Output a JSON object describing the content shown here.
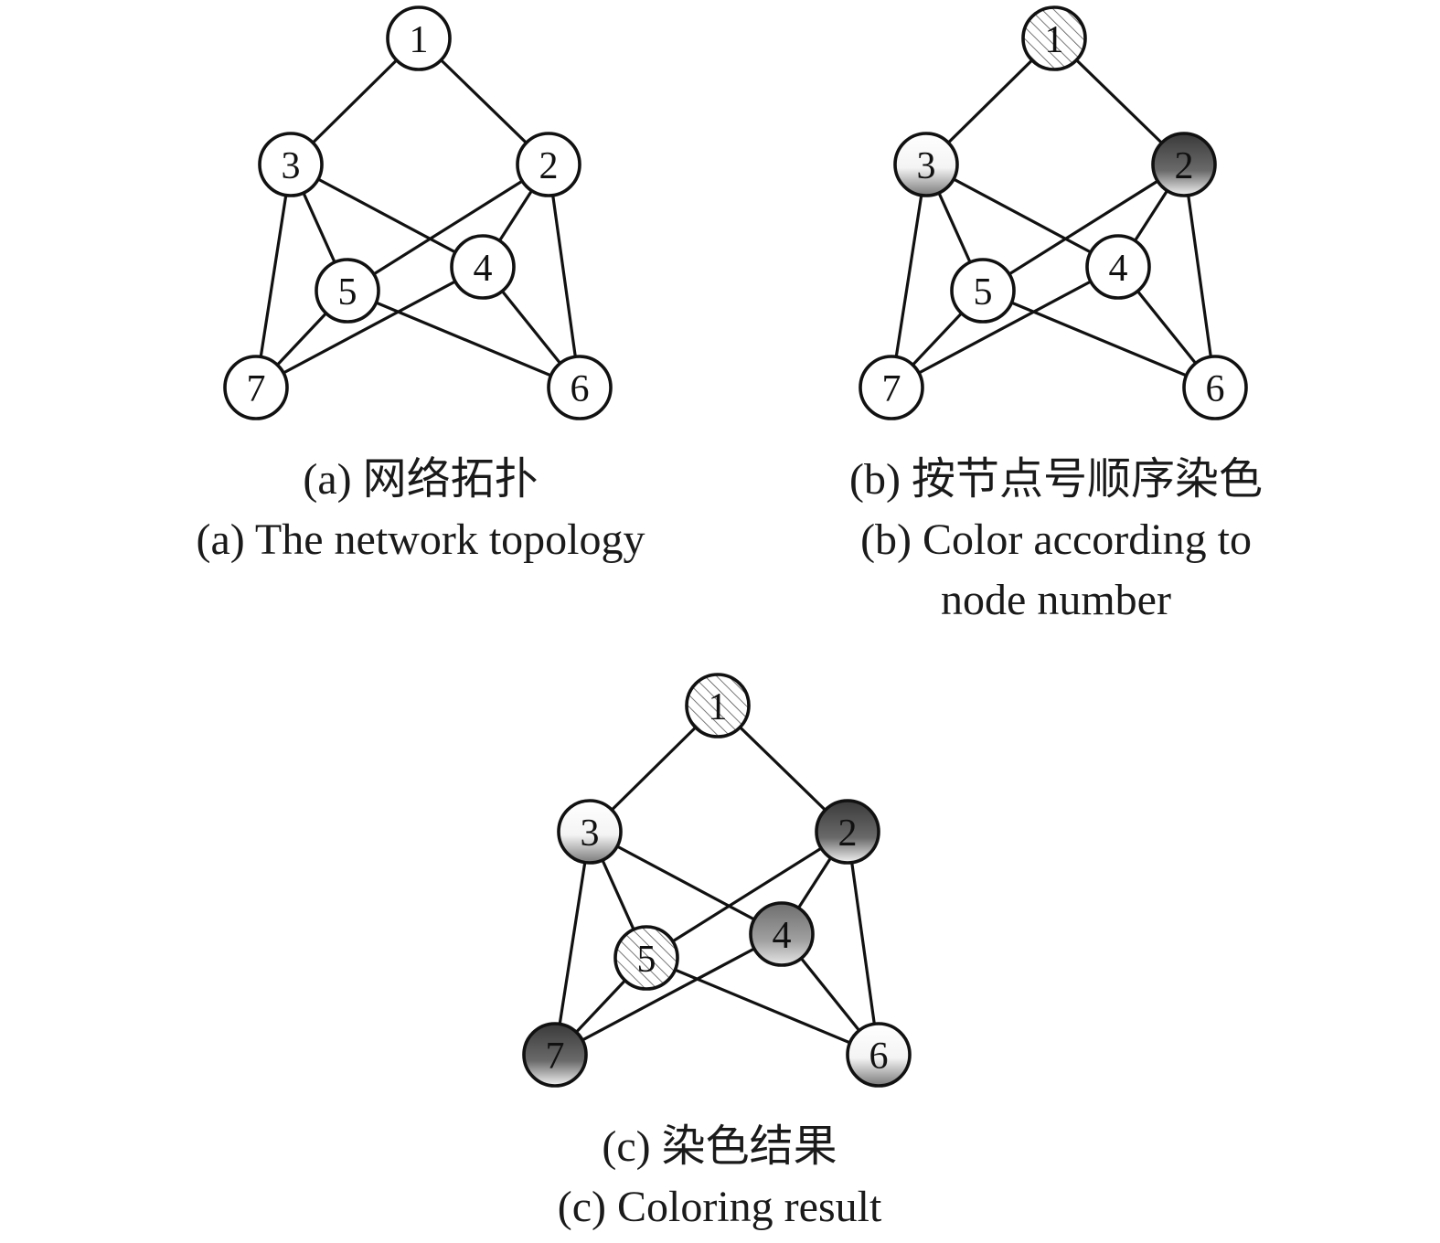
{
  "node_style_colors": {
    "white": "#ffffff",
    "hatch": "#ffffff",
    "light": "#dcdcdc",
    "dark": "#3d3d3d",
    "mid": "#8a8a8a"
  },
  "panels": [
    {
      "id": "a",
      "caption_cn": "(a) 网络拓扑",
      "caption_en_lines": [
        "(a) The network topology"
      ],
      "edges": [
        [
          "1",
          "3"
        ],
        [
          "1",
          "2"
        ],
        [
          "3",
          "5"
        ],
        [
          "3",
          "4"
        ],
        [
          "3",
          "7"
        ],
        [
          "2",
          "5"
        ],
        [
          "2",
          "4"
        ],
        [
          "2",
          "6"
        ],
        [
          "5",
          "7"
        ],
        [
          "5",
          "6"
        ],
        [
          "4",
          "7"
        ],
        [
          "4",
          "6"
        ]
      ],
      "nodes": [
        {
          "label": "1",
          "style": "white"
        },
        {
          "label": "2",
          "style": "white"
        },
        {
          "label": "3",
          "style": "white"
        },
        {
          "label": "4",
          "style": "white"
        },
        {
          "label": "5",
          "style": "white"
        },
        {
          "label": "6",
          "style": "white"
        },
        {
          "label": "7",
          "style": "white"
        }
      ]
    },
    {
      "id": "b",
      "caption_cn": "(b) 按节点号顺序染色",
      "caption_en_lines": [
        "(b) Color according to",
        "node number"
      ],
      "edges": [
        [
          "1",
          "3"
        ],
        [
          "1",
          "2"
        ],
        [
          "3",
          "5"
        ],
        [
          "3",
          "4"
        ],
        [
          "3",
          "7"
        ],
        [
          "2",
          "5"
        ],
        [
          "2",
          "4"
        ],
        [
          "2",
          "6"
        ],
        [
          "5",
          "7"
        ],
        [
          "5",
          "6"
        ],
        [
          "4",
          "7"
        ],
        [
          "4",
          "6"
        ]
      ],
      "nodes": [
        {
          "label": "1",
          "style": "hatch"
        },
        {
          "label": "2",
          "style": "dark"
        },
        {
          "label": "3",
          "style": "light"
        },
        {
          "label": "4",
          "style": "white"
        },
        {
          "label": "5",
          "style": "white"
        },
        {
          "label": "6",
          "style": "white"
        },
        {
          "label": "7",
          "style": "white"
        }
      ]
    },
    {
      "id": "c",
      "caption_cn": "(c) 染色结果",
      "caption_en_lines": [
        "(c) Coloring result"
      ],
      "edges": [
        [
          "1",
          "3"
        ],
        [
          "1",
          "2"
        ],
        [
          "3",
          "5"
        ],
        [
          "3",
          "4"
        ],
        [
          "3",
          "7"
        ],
        [
          "2",
          "5"
        ],
        [
          "2",
          "4"
        ],
        [
          "2",
          "6"
        ],
        [
          "5",
          "7"
        ],
        [
          "5",
          "6"
        ],
        [
          "4",
          "7"
        ],
        [
          "4",
          "6"
        ]
      ],
      "nodes": [
        {
          "label": "1",
          "style": "hatch"
        },
        {
          "label": "2",
          "style": "dark"
        },
        {
          "label": "3",
          "style": "light"
        },
        {
          "label": "4",
          "style": "mid"
        },
        {
          "label": "5",
          "style": "hatch"
        },
        {
          "label": "6",
          "style": "light"
        },
        {
          "label": "7",
          "style": "dark"
        }
      ]
    }
  ]
}
